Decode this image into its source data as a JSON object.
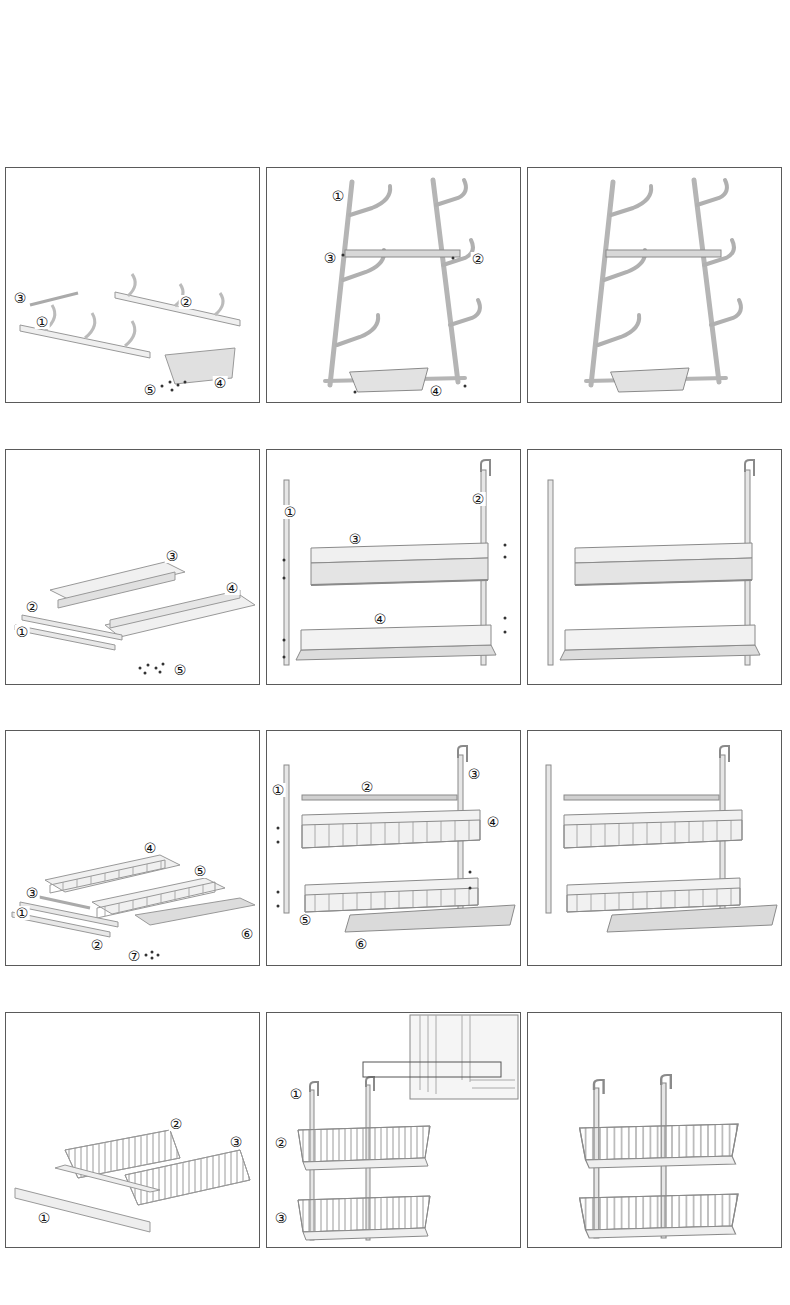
{
  "diagram": {
    "labels": [
      "③",
      "②",
      "①",
      "⑤",
      "④",
      "①",
      "③",
      "②",
      "④",
      "③",
      "④",
      "②",
      "①",
      "⑤",
      "①",
      "②",
      "③",
      "④",
      "④",
      "⑤",
      "③",
      "①",
      "②",
      "⑦",
      "⑥",
      "①",
      "②",
      "③",
      "④",
      "⑤",
      "⑥",
      "②",
      "③",
      "①",
      "①",
      "②",
      "③"
    ]
  }
}
